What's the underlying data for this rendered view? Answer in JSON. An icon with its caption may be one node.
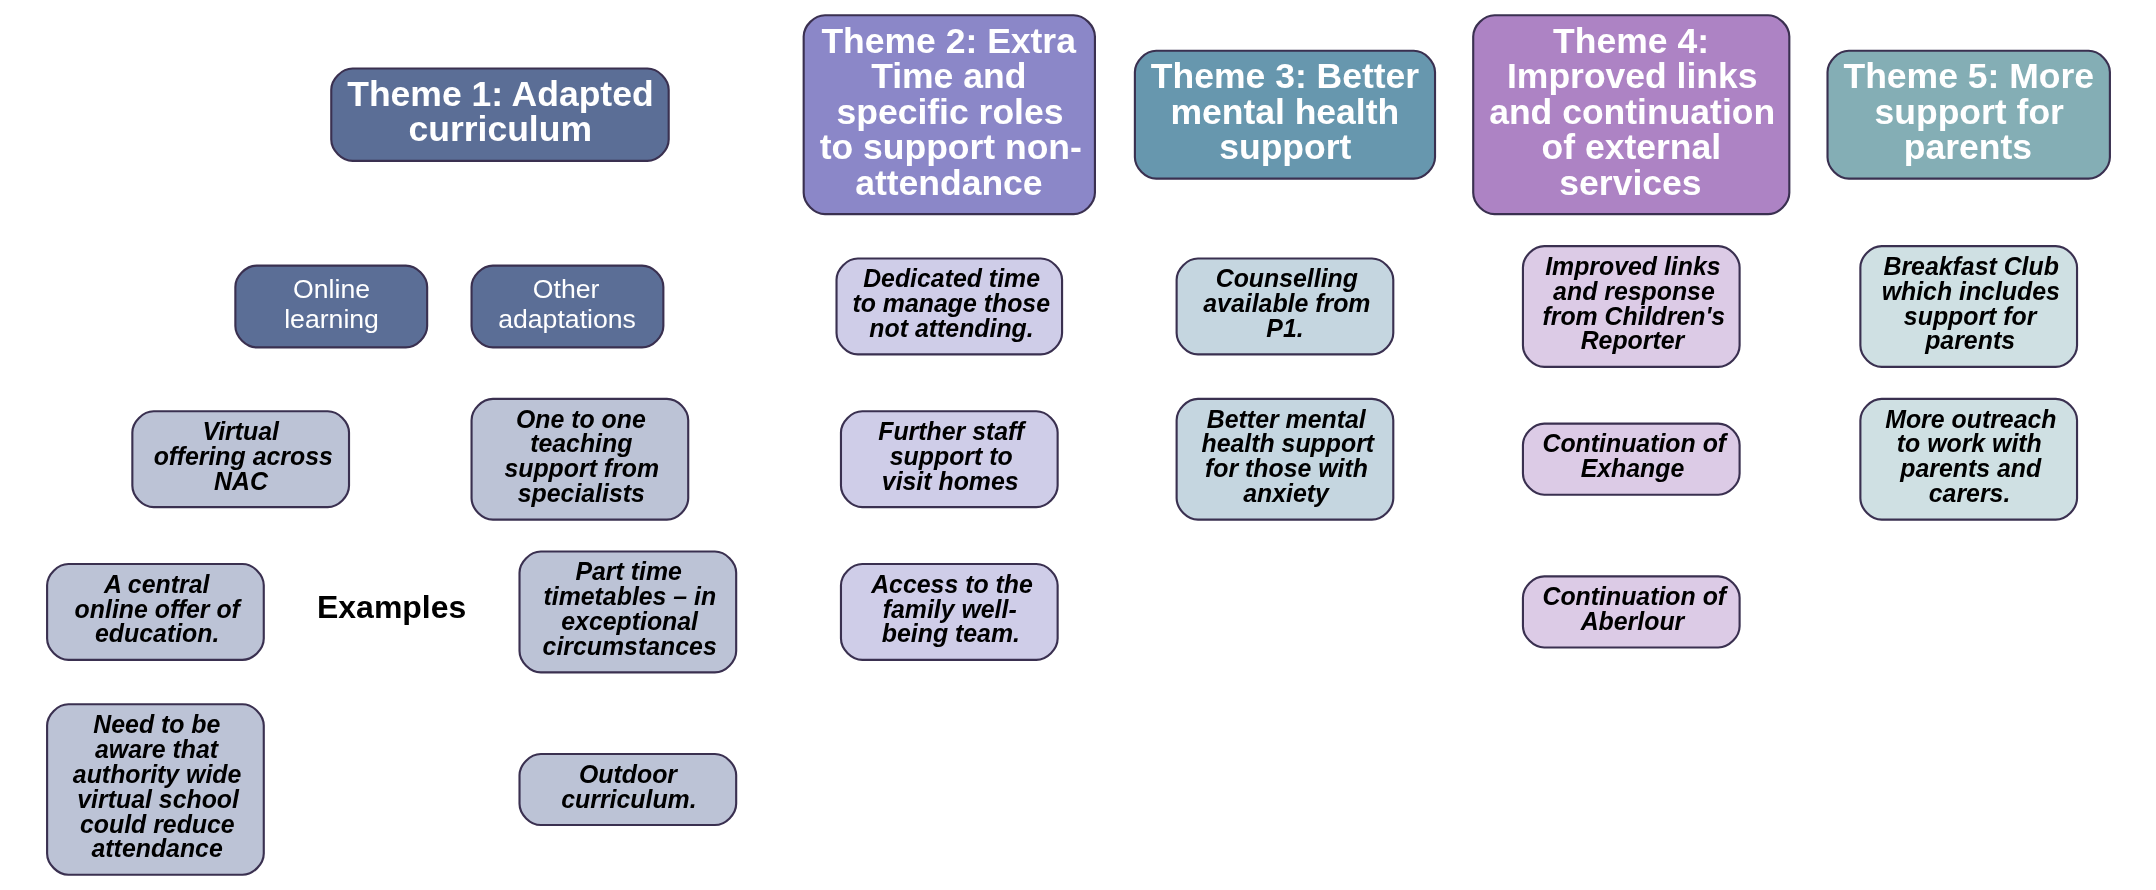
{
  "diagram": {
    "nodes": [
      {
        "text": [
          "Theme 1: Adapted curriculum"
        ]
      },
      {
        "text": [
          "Online learning"
        ]
      },
      {
        "text": [
          "Other adaptations"
        ]
      },
      {
        "text": [
          "Virtual offering across NAC"
        ]
      },
      {
        "text": [
          "One to one teaching support from specialists"
        ]
      },
      {
        "text": [
          "A central online offer of education."
        ]
      },
      {
        "text": [
          "Part time timetables – in exceptional circumstances"
        ]
      },
      {
        "text": [
          "Need to be aware that authority wide virtual school could reduce attendance"
        ]
      },
      {
        "text": [
          "Outdoor curriculum."
        ]
      },
      {
        "text": [
          "Theme 2: Extra Time and specific roles to support non-attendance"
        ]
      },
      {
        "text": [
          "Dedicated time to manage those not attending."
        ]
      },
      {
        "text": [
          "Further staff support to visit homes"
        ]
      },
      {
        "text": [
          "Access to the family well-being team."
        ]
      },
      {
        "text": [
          "Theme 3: Better mental health support"
        ]
      },
      {
        "text": [
          "Counselling available from P1."
        ]
      },
      {
        "text": [
          "Better mental health support for those with anxiety"
        ]
      },
      {
        "text": [
          "Theme 4: Improved links and continuation of external services"
        ]
      },
      {
        "text": [
          "Improved links and response from Children's Reporter"
        ]
      },
      {
        "text": [
          "Continuation of Exhange"
        ]
      },
      {
        "text": [
          "Continuation of Aberlour"
        ]
      },
      {
        "text": [
          "Theme 5: More support for parents"
        ]
      },
      {
        "text": [
          "Breakfast Club which includes support for parents"
        ]
      },
      {
        "text": [
          "More outreach to work with parents and carers."
        ]
      }
    ],
    "labels": [
      "Examples"
    ]
  }
}
